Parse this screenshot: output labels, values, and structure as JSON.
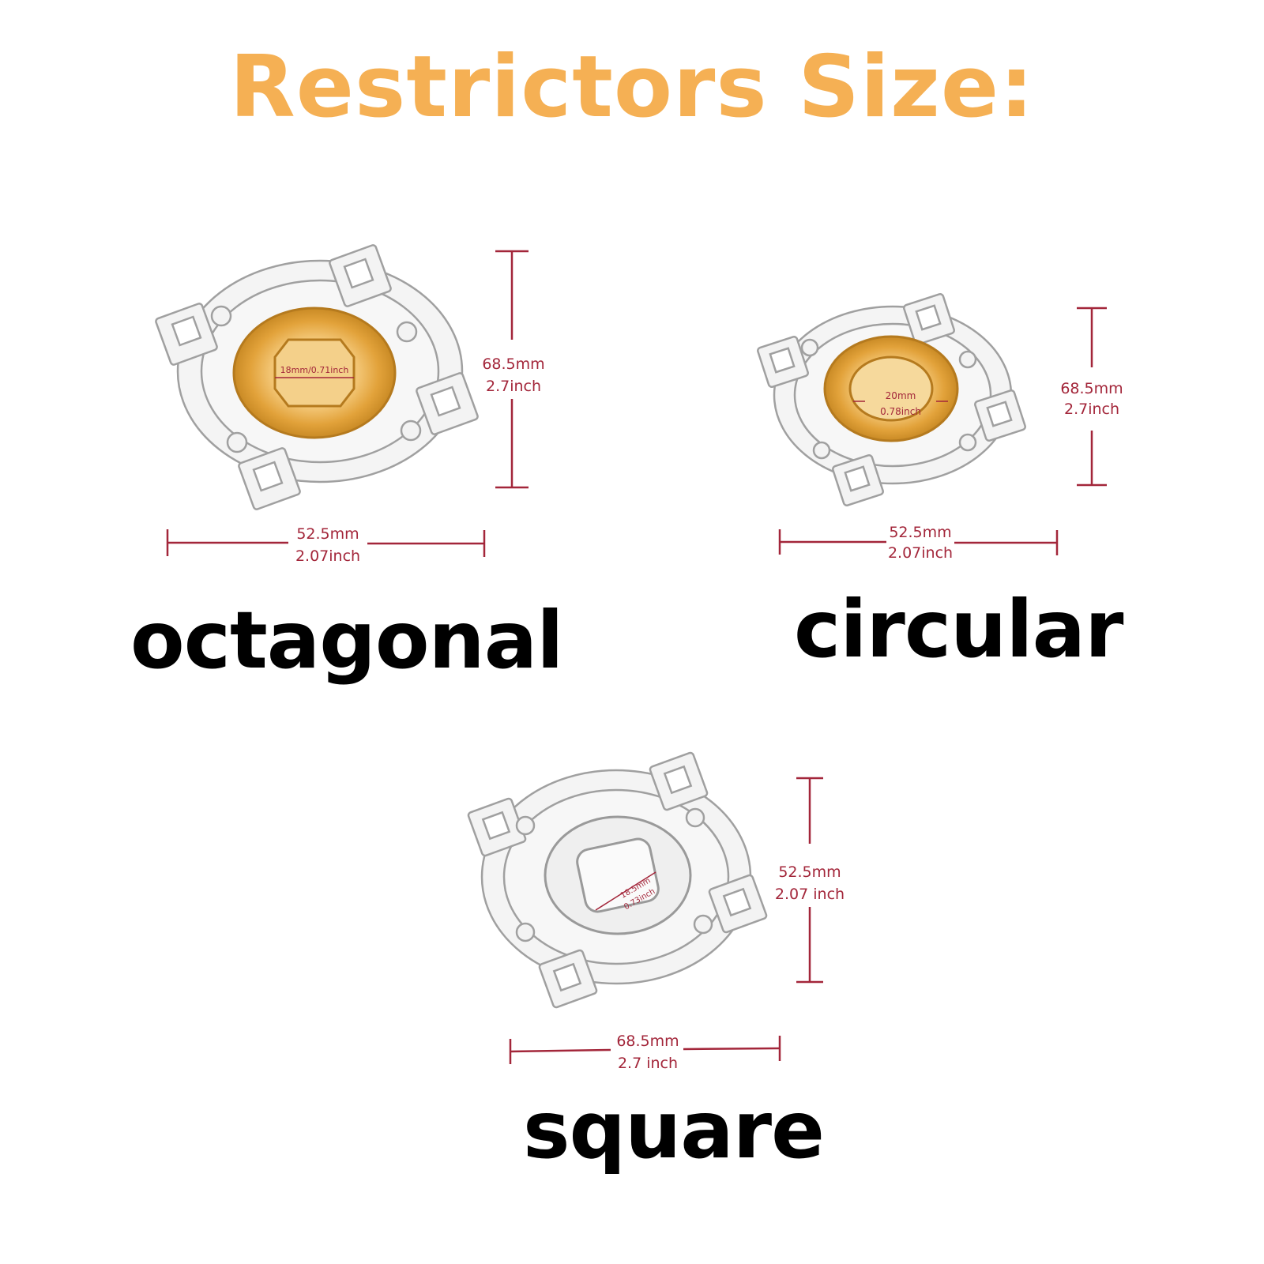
{
  "title": "Restrictors Size:",
  "colors": {
    "title": "#f5b054",
    "dimension": "#a3263a",
    "plastic_stroke": "#9a9a9a",
    "plastic_fill": "#eeeeee",
    "gate_gold": "#e7a945"
  },
  "restrictors": [
    {
      "label": "octagonal",
      "width_mm": "52.5mm",
      "width_in": "2.07inch",
      "height_mm": "68.5mm",
      "height_in": "2.7inch",
      "inner_line1": "18mm/0.71inch",
      "inner_line2": ""
    },
    {
      "label": "circular",
      "width_mm": "52.5mm",
      "width_in": "2.07inch",
      "height_mm": "68.5mm",
      "height_in": "2.7inch",
      "inner_line1": "20mm",
      "inner_line2": "0.78inch"
    },
    {
      "label": "square",
      "width_mm": "68.5mm",
      "width_in": "2.7 inch",
      "height_mm": "52.5mm",
      "height_in": "2.07 inch",
      "inner_line1": "18.5mm",
      "inner_line2": "0.73inch"
    }
  ]
}
